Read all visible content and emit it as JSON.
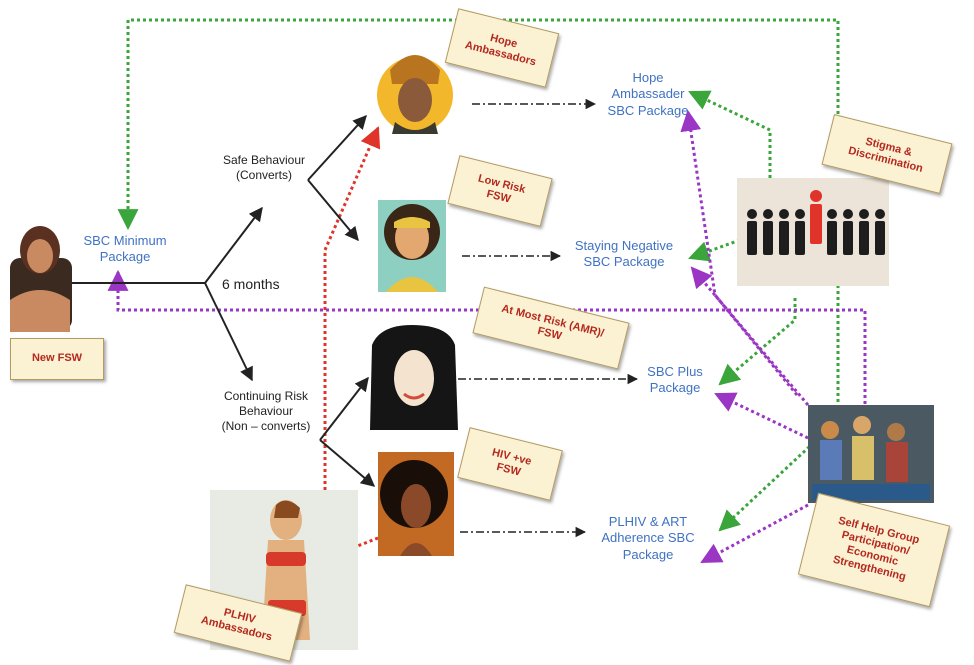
{
  "labels": {
    "six_months": "6 months",
    "safe_behaviour": "Safe Behaviour\n(Converts)",
    "continuing_risk": "Continuing Risk\nBehaviour\n(Non – converts)"
  },
  "packages": {
    "minimum": "SBC Minimum\nPackage",
    "hope": "Hope\nAmbassader\nSBC Package",
    "staying_negative": "Staying Negative\nSBC Package",
    "plus": "SBC Plus\nPackage",
    "plhiv_art": "PLHIV & ART\nAdherence SBC\nPackage"
  },
  "tags": {
    "new_fsw": "New FSW",
    "hope_ambassadors": "Hope\nAmbassadors",
    "low_risk": "Low Risk\nFSW",
    "amr": "At Most Risk (AMR)/\nFSW",
    "hiv_positive": "HIV +ve\nFSW",
    "plhiv_ambassadors": "PLHIV\nAmbassadors",
    "stigma": "Stigma &\nDiscrimination",
    "shg": "Self Help Group\nParticipation/\nEconomic\nStrengthening"
  },
  "colors": {
    "package_text": "#3f72c2",
    "tag_text": "#b4281f",
    "tag_bg": "#fbf2d3",
    "green_arrow": "#3aa53a",
    "purple_arrow": "#9a35c4",
    "red_arrow": "#e0342a",
    "black_arrow": "#222222"
  }
}
